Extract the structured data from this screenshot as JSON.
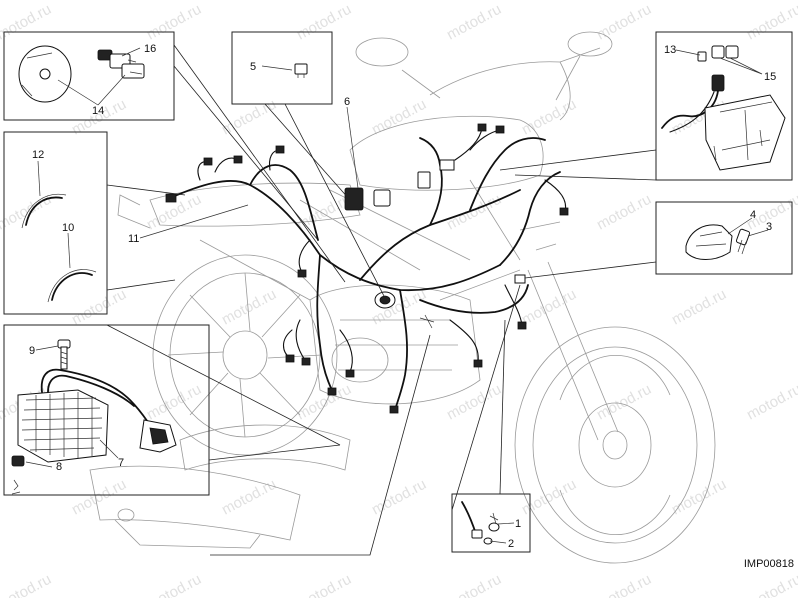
{
  "diagram": {
    "drawing_code": "IMP00818",
    "watermark": "motod.ru",
    "callouts": [
      "1",
      "2",
      "3",
      "4",
      "5",
      "6",
      "7",
      "8",
      "9",
      "10",
      "11",
      "12",
      "13",
      "14",
      "15",
      "16"
    ]
  }
}
